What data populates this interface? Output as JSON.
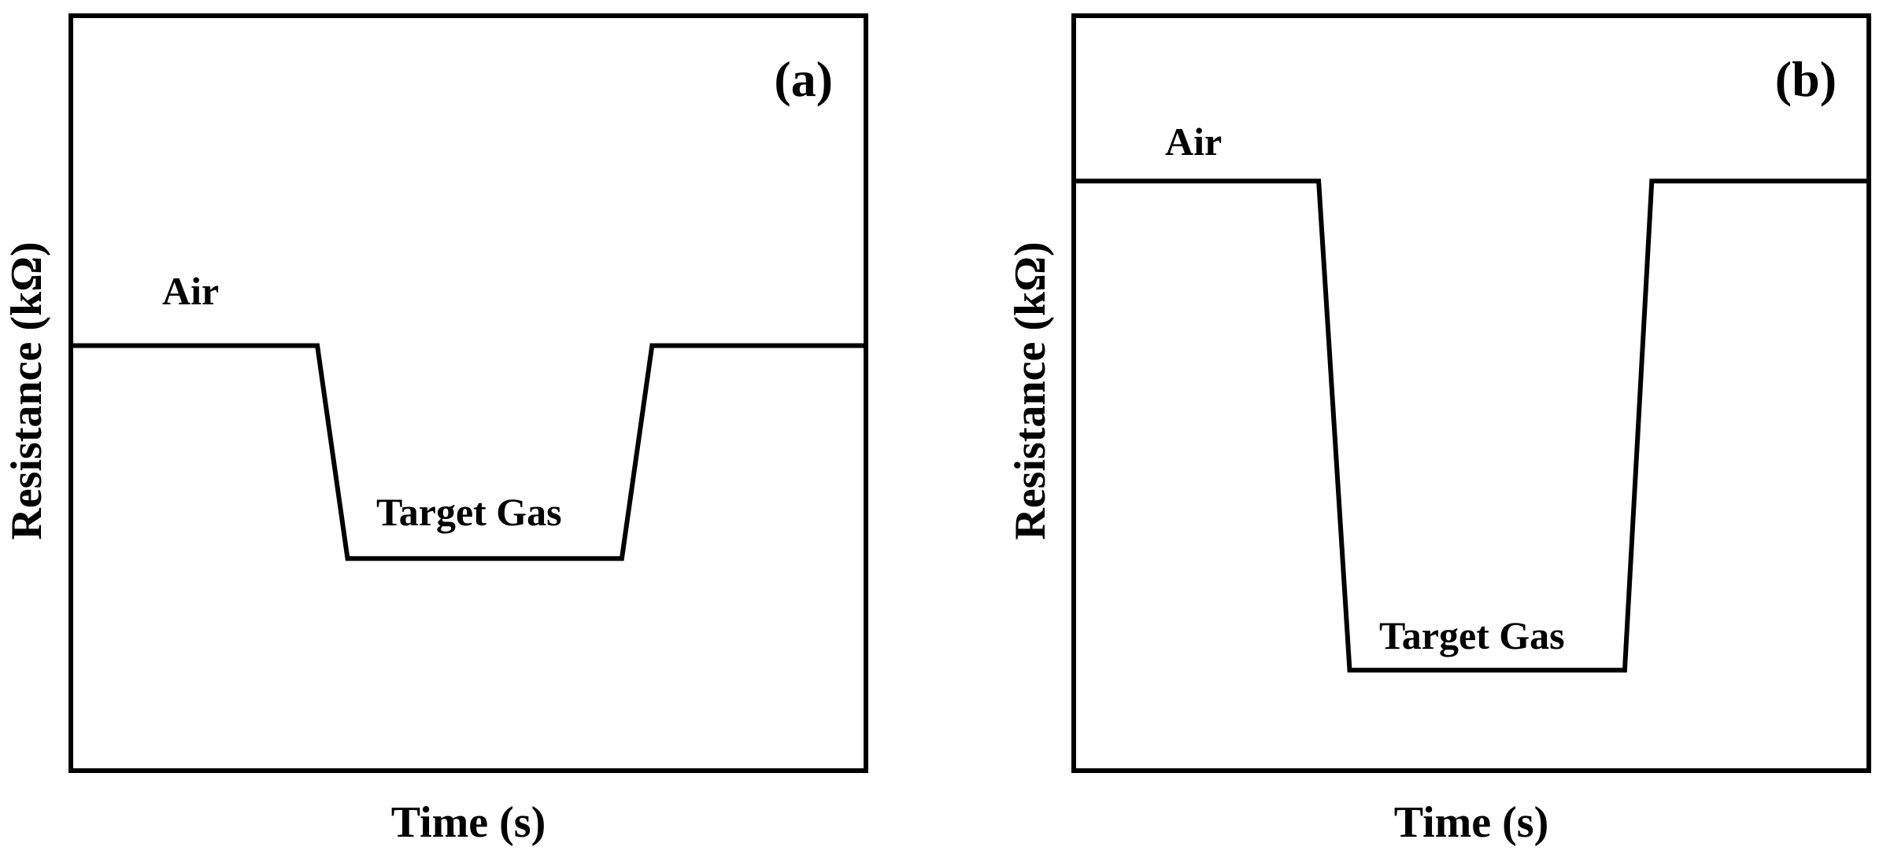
{
  "chart_data": [
    {
      "type": "line",
      "panel_label": "(a)",
      "xlabel": "Time (s)",
      "ylabel": "Resistance (kΩ)",
      "x_ticks_shown": false,
      "y_ticks_shown": false,
      "grid": false,
      "annotations": [
        {
          "text": "Air",
          "region": "baseline"
        },
        {
          "text": "Target Gas",
          "region": "exposure"
        }
      ],
      "xlim": [
        0,
        100
      ],
      "ylim": [
        0,
        100
      ],
      "series": [
        {
          "x": [
            0,
            31,
            34.8,
            69.3,
            73.1,
            100
          ],
          "y": [
            56.3,
            56.3,
            28.1,
            28.1,
            56.3,
            56.3
          ]
        }
      ]
    },
    {
      "type": "line",
      "panel_label": "(b)",
      "xlabel": "Time (s)",
      "ylabel": "Resistance (kΩ)",
      "x_ticks_shown": false,
      "y_ticks_shown": false,
      "grid": false,
      "annotations": [
        {
          "text": "Air",
          "region": "baseline"
        },
        {
          "text": "Target Gas",
          "region": "exposure"
        }
      ],
      "xlim": [
        0,
        100
      ],
      "ylim": [
        0,
        100
      ],
      "series": [
        {
          "x": [
            0,
            30.8,
            34.7,
            69.3,
            72.7,
            100
          ],
          "y": [
            78.1,
            78.1,
            13.3,
            13.3,
            78.1,
            78.1
          ]
        }
      ]
    }
  ],
  "colors": {
    "line": "#000000",
    "frame": "#000000",
    "background": "#ffffff"
  }
}
